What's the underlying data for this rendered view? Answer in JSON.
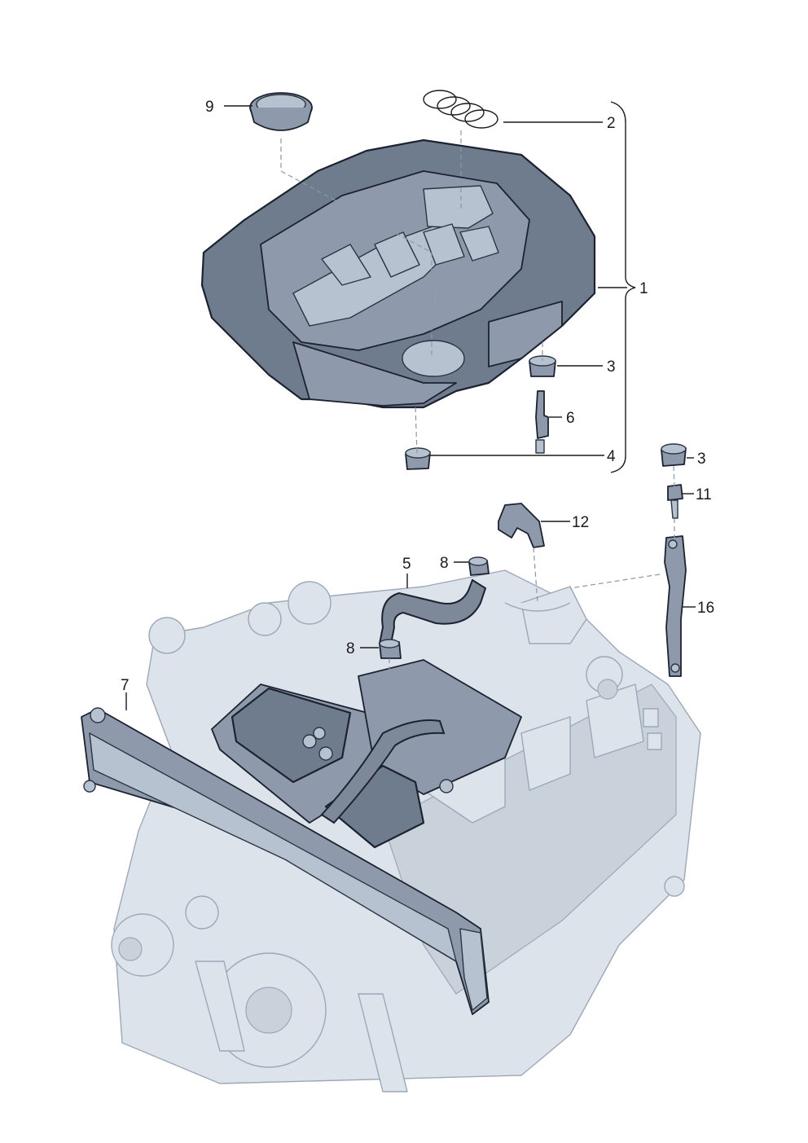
{
  "callouts": {
    "c1": "1",
    "c2": "2",
    "c3a": "3",
    "c3b": "3",
    "c4": "4",
    "c5": "5",
    "c6": "6",
    "c7": "7",
    "c8a": "8",
    "c8b": "8",
    "c9": "9",
    "c11": "11",
    "c12": "12",
    "c16": "16"
  },
  "colors": {
    "part_fill": "#6f7c8e",
    "part_outline": "#1c2230",
    "engine_fill": "#dde3ea",
    "engine_outline": "#9ca8b8"
  }
}
